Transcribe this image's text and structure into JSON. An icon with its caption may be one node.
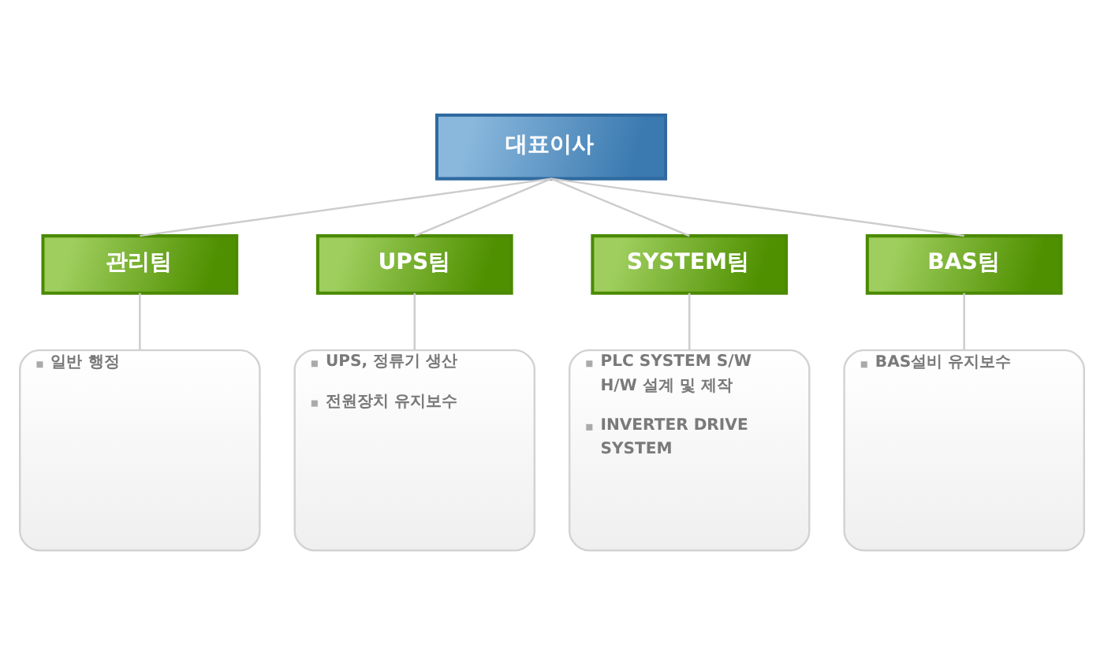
{
  "diagram": {
    "nodes": [
      {
        "text": [
          "대표이사"
        ]
      },
      {
        "text": [
          "관리팀"
        ]
      },
      {
        "text": [
          "UPS팀"
        ]
      },
      {
        "text": [
          "SYSTEM팀"
        ]
      },
      {
        "text": [
          "BAS팀"
        ]
      },
      {
        "text": [
          "일반 행정"
        ]
      },
      {
        "text": [
          "UPS, 정류기 생산",
          "전원장치 유지보수"
        ]
      },
      {
        "text": [
          "PLC SYSTEM S/W H/W 설계 및 제작",
          "INVERTER DRIVE SYSTEM"
        ]
      },
      {
        "text": [
          "BAS설비 유지보수"
        ]
      }
    ],
    "edges": [
      {
        "from": 0,
        "to": 1,
        "arrow": "none"
      },
      {
        "from": 0,
        "to": 2,
        "arrow": "none"
      },
      {
        "from": 0,
        "to": 3,
        "arrow": "none"
      },
      {
        "from": 0,
        "to": 4,
        "arrow": "none"
      },
      {
        "from": 1,
        "to": 5,
        "arrow": "none"
      },
      {
        "from": 2,
        "to": 6,
        "arrow": "none"
      },
      {
        "from": 3,
        "to": 7,
        "arrow": "none"
      },
      {
        "from": 4,
        "to": 8,
        "arrow": "none"
      }
    ]
  }
}
